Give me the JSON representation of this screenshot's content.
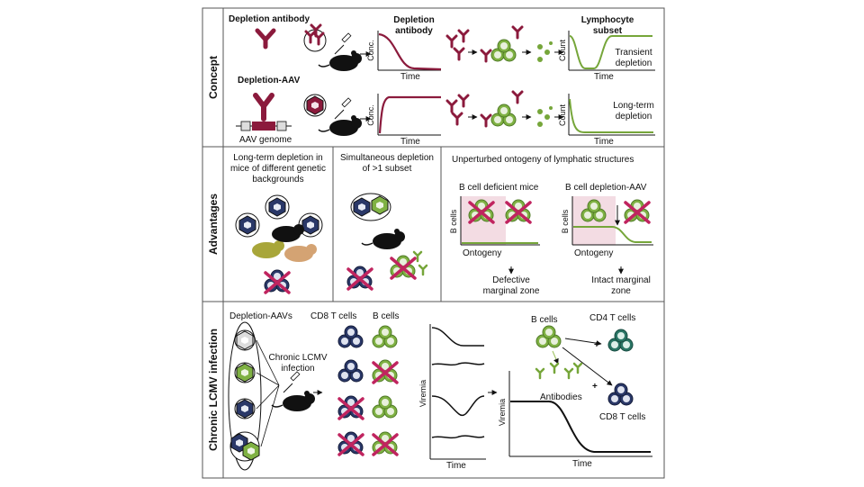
{
  "sections": {
    "concept": "Concept",
    "advantages": "Advantages",
    "chronic": "Chronic LCMV infection"
  },
  "concept": {
    "depletion_antibody": "Depletion antibody",
    "depletion_aav": "Depletion-AAV",
    "aav_genome": "AAV genome",
    "col_depletion_antibody": "Depletion antibody",
    "col_lymphocyte_subset": "Lymphocyte subset",
    "conc": "Conc.",
    "time": "Time",
    "count": "Count",
    "transient_depletion": "Transient depletion",
    "long_term_depletion": "Long-term depletion"
  },
  "advantages": {
    "genetic_backgrounds": "Long-term depletion in mice of different genetic backgrounds",
    "simultaneous": "Simultaneous depletion of >1 subset",
    "ontogeny_title": "Unperturbed ontogeny of lymphatic structures",
    "b_cell_deficient": "B cell deficient mice",
    "b_cell_depletion_aav": "B cell depletion-AAV",
    "b_cells": "B cells",
    "ontogeny": "Ontogeny",
    "defective": "Defective marginal zone",
    "intact": "Intact marginal zone"
  },
  "chronic": {
    "depletion_aavs": "Depletion-AAVs",
    "cd8_t_cells": "CD8 T cells",
    "b_cells": "B cells",
    "infection": "Chronic LCMV infection",
    "viremia": "Viremia",
    "time": "Time",
    "b_cells_right": "B cells",
    "cd4_t_cells": "CD4 T cells",
    "antibodies": "Antibodies",
    "cd8_t_cells_right": "CD8 T cells",
    "plus1": "+",
    "plus2": "+"
  },
  "colors": {
    "maroon": "#8b1a3c",
    "green": "#76a63a",
    "navy": "#1f2d5c",
    "teal": "#1f6b5e",
    "pink_shade": "#f3dce3",
    "magenta_x": "#c0245f"
  }
}
